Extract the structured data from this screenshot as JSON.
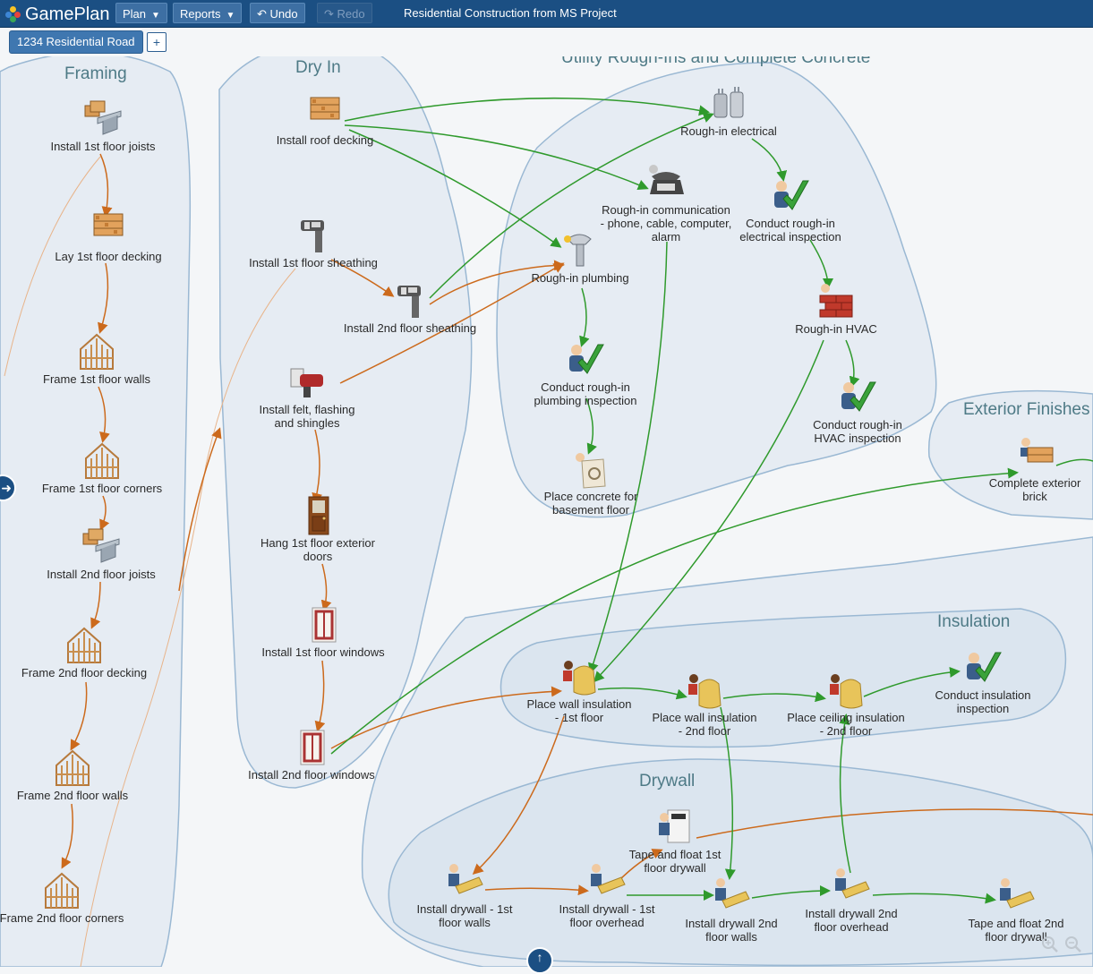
{
  "app": {
    "name": "GamePlan",
    "logo_colors": [
      "#e8443a",
      "#f7c325",
      "#3aa757",
      "#3d86d6"
    ]
  },
  "toolbar": {
    "plan_label": "Plan",
    "reports_label": "Reports",
    "undo_label": "Undo",
    "redo_label": "Redo",
    "document_title": "Residential Construction from MS Project"
  },
  "project": {
    "tab_label": "1234 Residential Road",
    "add_label": "+"
  },
  "phases": {
    "framing": "Framing",
    "dry_in": "Dry In",
    "utility": "Utility Rough-Ins and Complete Concrete",
    "exterior": "Exterior Finishes",
    "insulation": "Insulation",
    "drywall": "Drywall"
  },
  "tasks": {
    "install_1st_floor_joists": "Install 1st floor joists",
    "lay_1st_floor_decking": "Lay 1st floor decking",
    "frame_1st_floor_walls": "Frame 1st floor walls",
    "frame_1st_floor_corners": "Frame 1st floor corners",
    "install_2nd_floor_joists": "Install 2nd floor joists",
    "frame_2nd_floor_decking": "Frame 2nd floor decking",
    "frame_2nd_floor_walls": "Frame 2nd floor walls",
    "frame_2nd_floor_corners": "Frame 2nd floor corners",
    "install_roof_decking": "Install roof decking",
    "install_1st_floor_sheathing": "Install 1st floor sheathing",
    "install_2nd_floor_sheathing": "Install 2nd floor sheathing",
    "install_felt_flashing": "Install felt, flashing\nand shingles",
    "hang_exterior_doors": "Hang 1st floor exterior\ndoors",
    "install_1st_floor_windows": "Install 1st floor windows",
    "install_2nd_floor_windows": "Install 2nd floor windows",
    "rough_in_electrical": "Rough-in electrical",
    "rough_in_communication": "Rough-in communication\n- phone, cable, computer,\nalarm",
    "conduct_electrical_inspection": "Conduct rough-in\nelectrical inspection",
    "rough_in_plumbing": "Rough-in plumbing",
    "rough_in_hvac": "Rough-in HVAC",
    "conduct_plumbing_inspection": "Conduct rough-in\nplumbing inspection",
    "conduct_hvac_inspection": "Conduct rough-in\nHVAC inspection",
    "place_concrete": "Place concrete for\nbasement floor",
    "complete_exterior_brick": "Complete exterior\nbrick",
    "wall_insulation_1st": "Place wall insulation\n- 1st floor",
    "wall_insulation_2nd": "Place wall insulation\n- 2nd floor",
    "ceiling_insulation_2nd": "Place ceiling insulation\n- 2nd floor",
    "conduct_insulation_inspection": "Conduct insulation\ninspection",
    "tape_float_1st": "Tape and float 1st\nfloor drywall",
    "drywall_1st_walls": "Install drywall - 1st\nfloor walls",
    "drywall_1st_overhead": "Install drywall - 1st\nfloor overhead",
    "drywall_2nd_walls": "Install drywall 2nd\nfloor walls",
    "drywall_2nd_overhead": "Install drywall 2nd\nfloor overhead",
    "tape_float_2nd": "Tape and float 2nd\nfloor drywall"
  },
  "icons": [
    "lumber-icon",
    "steel-beam-icon",
    "house-frame-icon",
    "nail-gun-icon",
    "roofing-tool-icon",
    "door-icon",
    "window-icon",
    "transformer-icon",
    "phone-icon",
    "inspection-check-icon",
    "faucet-icon",
    "bricks-icon",
    "concrete-bag-icon",
    "insulation-bag-icon",
    "drywall-icon",
    "drywall-tape-icon"
  ]
}
